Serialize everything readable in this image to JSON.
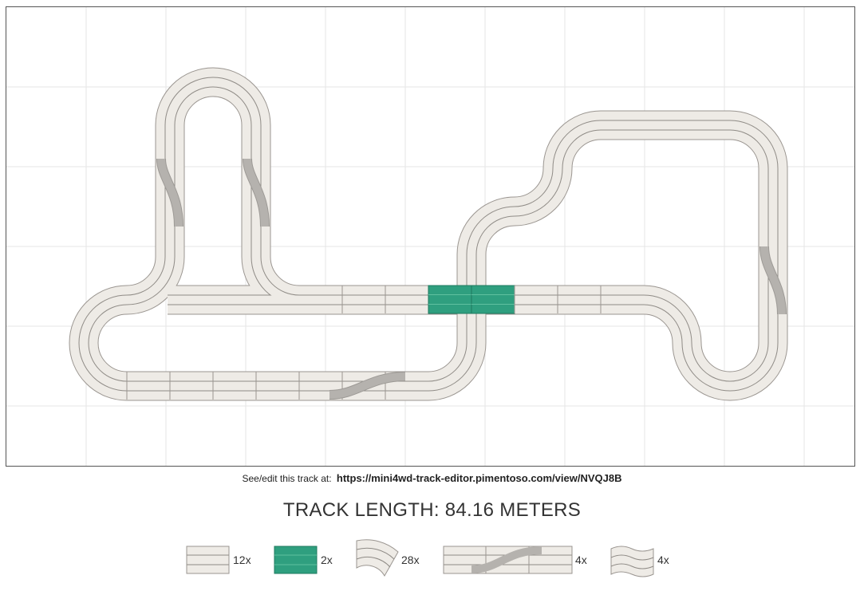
{
  "page": {
    "link_label": "See/edit this track at:",
    "link_url": "https://mini4wd-track-editor.pimentoso.com/view/NVQJ8B",
    "track_length": "TRACK LENGTH: 84.16 METERS"
  },
  "colors": {
    "track_fill": "#eeebe6",
    "track_border": "#9a9590",
    "lane_line": "#8f8b86",
    "highlight": "#2f9f7f",
    "lane_change": "#b5b2ae",
    "grid": "#e6e6e6"
  },
  "legend": [
    {
      "piece": "straight",
      "count": "12x"
    },
    {
      "piece": "straight-highlighted",
      "count": "2x"
    },
    {
      "piece": "curve",
      "count": "28x"
    },
    {
      "piece": "lane-changer",
      "count": "4x"
    },
    {
      "piece": "wave",
      "count": "4x"
    }
  ]
}
